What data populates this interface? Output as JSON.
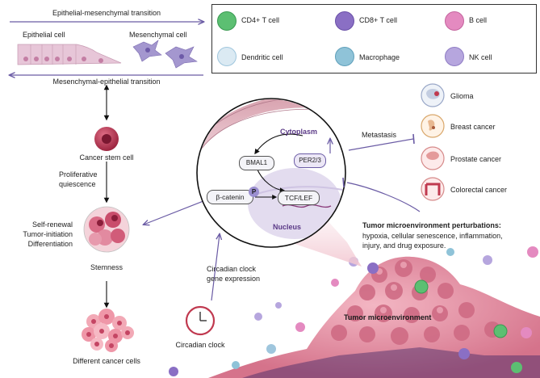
{
  "emt": {
    "top_label": "Epithelial-mesenchymal transition",
    "bottom_label": "Mesenchymal-epithelial transition",
    "epithelial_label": "Epithelial cell",
    "mesenchymal_label": "Mesenchymal cell"
  },
  "legend": {
    "items": [
      {
        "label": "CD4+ T cell",
        "color": "#5cbf72"
      },
      {
        "label": "CD8+ T cell",
        "color": "#8a6fc4"
      },
      {
        "label": "B cell",
        "color": "#e48ac0"
      },
      {
        "label": "Dendritic cell",
        "color": "#9fc6dd"
      },
      {
        "label": "Macrophage",
        "color": "#8fc3d8"
      },
      {
        "label": "NK cell",
        "color": "#b6a6de"
      }
    ]
  },
  "stem_path": {
    "cancer_stem_cell": "Cancer stem cell",
    "proliferative_quiescence": [
      "Proliferative",
      "quiescence"
    ],
    "stemness_traits": [
      "Self-renewal",
      "Tumor-initiation",
      "Differentiation"
    ],
    "stemness": "Stemness",
    "different_cancer_cells": "Different cancer cells"
  },
  "clock": {
    "gene_expression": [
      "Circadian clock",
      "gene expression"
    ],
    "circadian_clock": "Circadian clock"
  },
  "cell_zoom": {
    "cytoplasm": "Cytoplasm",
    "bmal1": "BMAL1",
    "per": "PER2/3",
    "beta_catenin": "β-catenin",
    "p": "P",
    "tcf_lef": "TCF/LEF",
    "nucleus": "Nucleus"
  },
  "metastasis": {
    "label": "Metastasis",
    "cancers": [
      "Glioma",
      "Breast cancer",
      "Prostate cancer",
      "Colorectal cancer"
    ]
  },
  "tme": {
    "title": "Tumor microenvironment perturbations:",
    "description": [
      "hypoxia, cellular senescence, inflammation,",
      "injury, and drug exposure."
    ],
    "label": "Tumor microenvironment"
  },
  "colors": {
    "arrow": "#6b5ca5",
    "tumor": "#e0849a",
    "cancer_cell": "#c23c58",
    "stem": "#e9a1b0"
  }
}
